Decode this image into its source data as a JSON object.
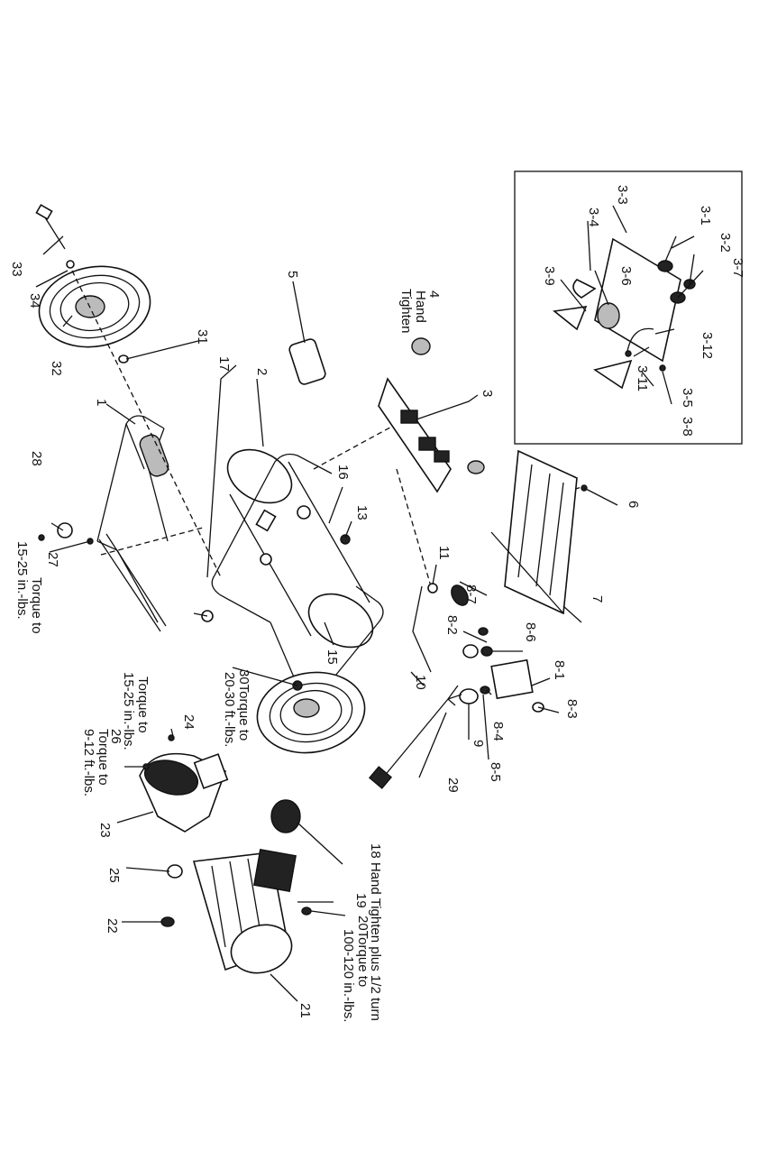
{
  "labels": {
    "p1": "1",
    "p2": "2",
    "p3": "3",
    "p4": "4",
    "p4_note": "Hand Tighten",
    "p5": "5",
    "p6": "6",
    "p7": "7",
    "p9": "9",
    "p10": "10",
    "p11": "11",
    "p13": "13",
    "p15": "15",
    "p16": "16",
    "p17": "17",
    "p18": "18 Hand Tighten plus 1/2 turn",
    "p19": "19",
    "p20": "20Torque to",
    "p20_note": "100-120 in.-lbs.",
    "p21": "21",
    "p22": "22",
    "p23": "23",
    "p24": "24",
    "p24_note1": "Torque to",
    "p24_note2": "15-25 in.-lbs.",
    "p25": "25",
    "p26": "26",
    "p26_note1": "Torque to",
    "p26_note2": "9-12 ft.-lbs.",
    "p27": "27",
    "p27_note1": "Torque to",
    "p27_note2": "15-25 in.-lbs.",
    "p28": "28",
    "p29": "29",
    "p30": "30Torque to",
    "p30_note": "20-30 ft.-lbs.",
    "p31": "31",
    "p32": "32",
    "p33": "33",
    "p34": "34",
    "p3_1": "3-1",
    "p3_2": "3-2",
    "p3_3": "3-3",
    "p3_4": "3-4",
    "p3_5": "3-5",
    "p3_6": "3-6",
    "p3_7": "3-7",
    "p3_8": "3-8",
    "p3_9": "3-9",
    "p3_11": "3-11",
    "p3_12": "3-12",
    "p8_1": "8-1",
    "p8_2": "8-2",
    "p8_3": "8-3",
    "p8_4": "8-4",
    "p8_5": "8-5",
    "p8_6": "8-6",
    "p8_7": "8-7"
  }
}
